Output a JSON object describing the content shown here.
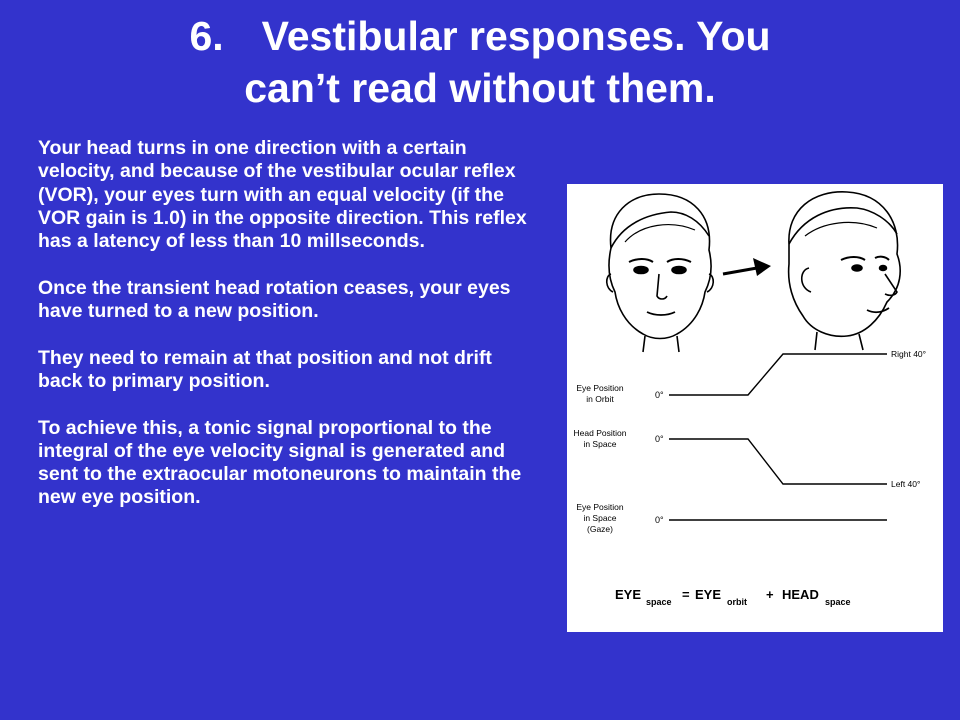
{
  "slide": {
    "title_number": "6.",
    "title_line1": "Vestibular responses. You",
    "title_line2": "can’t read without them.",
    "paragraphs": [
      "Your head turns in one direction with a certain velocity, and because of the vestibular ocular reflex (VOR), your eyes turn with an equal velocity (if the VOR gain is 1.0) in the opposite direction. This reflex has a latency of less than 10 millseconds.",
      "Once the transient head rotation ceases, your eyes have turned to a new position.",
      "They need to remain at that position and not drift back to primary position.",
      "To achieve this, a tonic signal proportional to the integral of the eye velocity signal is generated and sent to the extraocular motoneurons to maintain the new eye position."
    ]
  },
  "figure": {
    "traces": [
      {
        "label_line1": "Eye Position",
        "label_line2": "in Orbit",
        "label_line3": "",
        "zero_tick": "0°",
        "end_label": "Right 40°"
      },
      {
        "label_line1": "Head Position",
        "label_line2": "in Space",
        "label_line3": "",
        "zero_tick": "0°",
        "end_label": "Left 40°"
      },
      {
        "label_line1": "Eye Position",
        "label_line2": "in Space",
        "label_line3": "(Gaze)",
        "zero_tick": "0°",
        "end_label": ""
      }
    ],
    "equation": {
      "eye1": "EYE",
      "sub1": "space",
      "equals": "=",
      "eye2": "EYE",
      "sub2": "orbit",
      "plus": "+",
      "head": "HEAD",
      "sub3": "space"
    }
  },
  "colors": {
    "background": "#3333cc",
    "text": "#ffffff",
    "figure_bg": "#ffffff"
  }
}
